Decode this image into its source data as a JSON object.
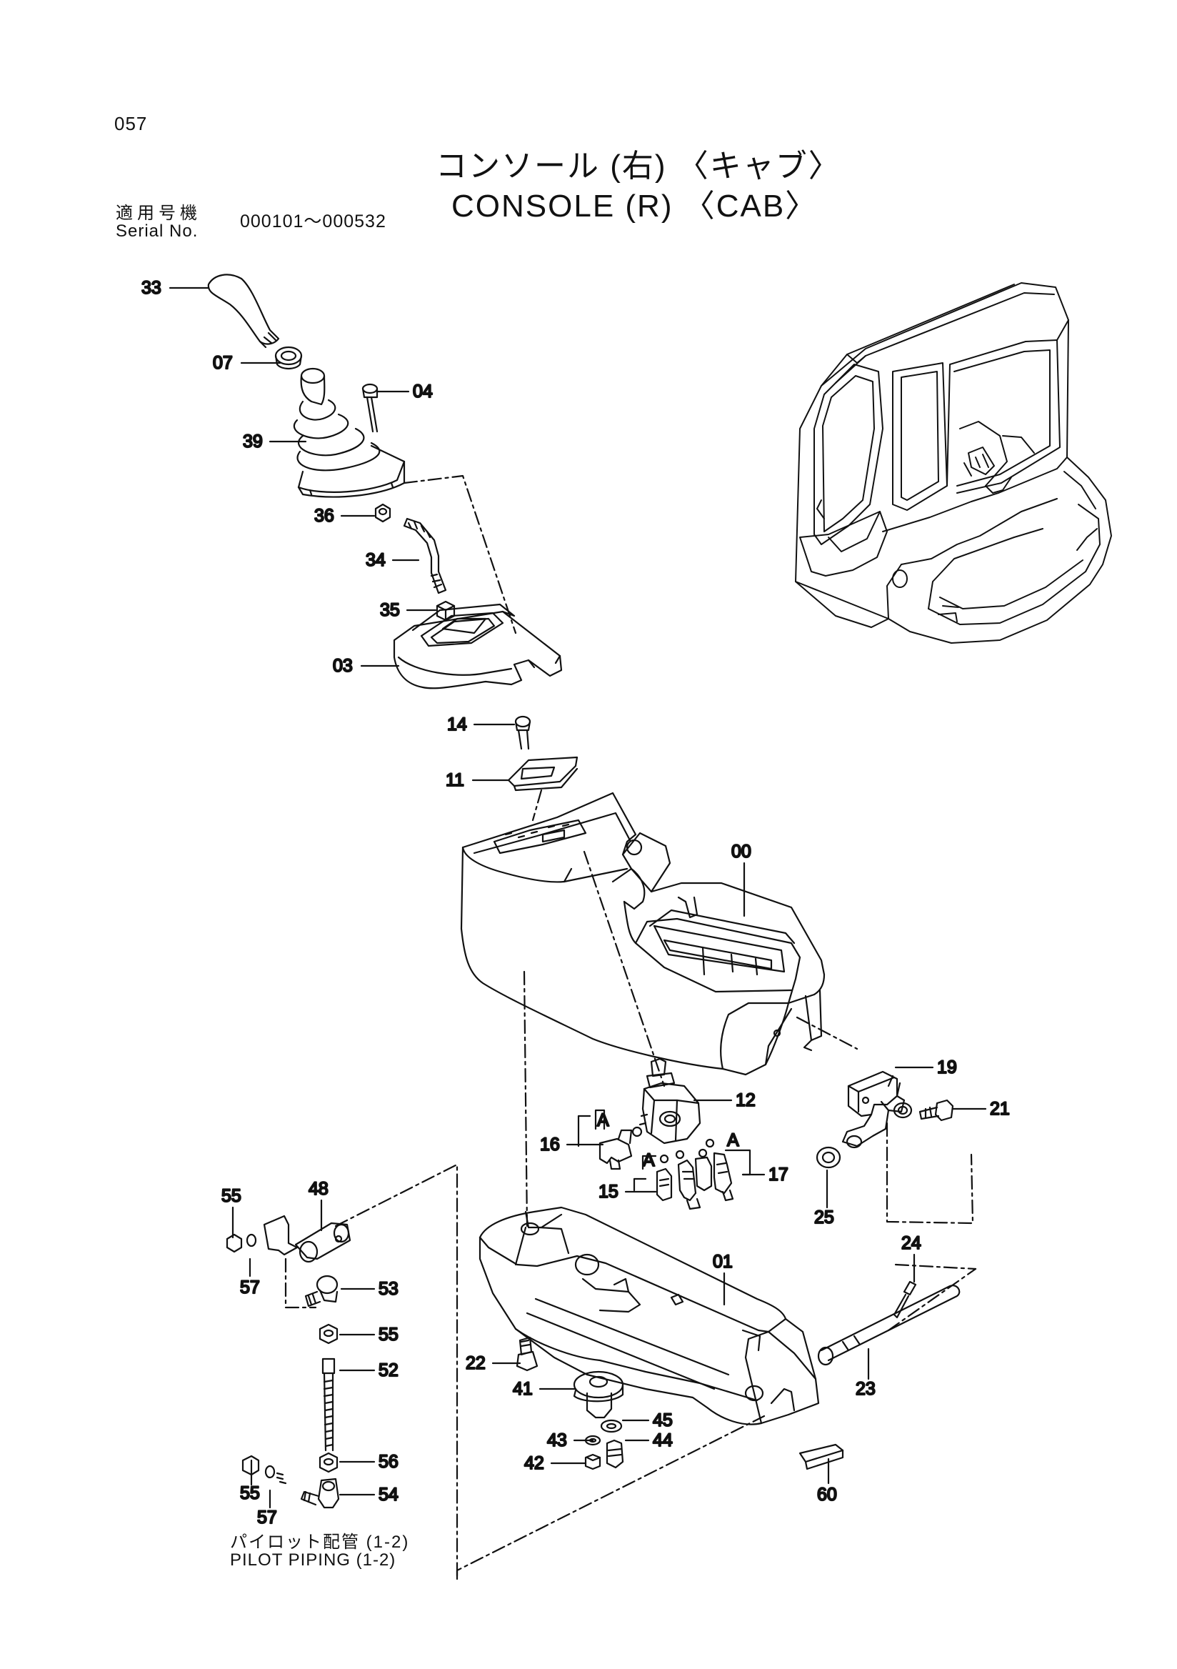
{
  "page_number": "057",
  "title_jp": "コンソール (右) 〈キャブ〉",
  "title_en": "CONSOLE (R) 〈CAB〉",
  "serial": {
    "label_jp": "適用号機",
    "label_en": "Serial No.",
    "value": "000101～000532"
  },
  "reference_note": {
    "jp": "パイロット配管 (1-2)",
    "en": "PILOT PIPING (1-2)"
  },
  "group_marker": "A",
  "parts": [
    "33",
    "07",
    "04",
    "39",
    "36",
    "34",
    "35",
    "03",
    "14",
    "11",
    "00",
    "12",
    "19",
    "21",
    "16",
    "15",
    "17",
    "25",
    "55",
    "48",
    "57",
    "53",
    "55",
    "52",
    "01",
    "24",
    "22",
    "41",
    "23",
    "45",
    "43",
    "44",
    "42",
    "56",
    "55",
    "54",
    "57",
    "60"
  ]
}
